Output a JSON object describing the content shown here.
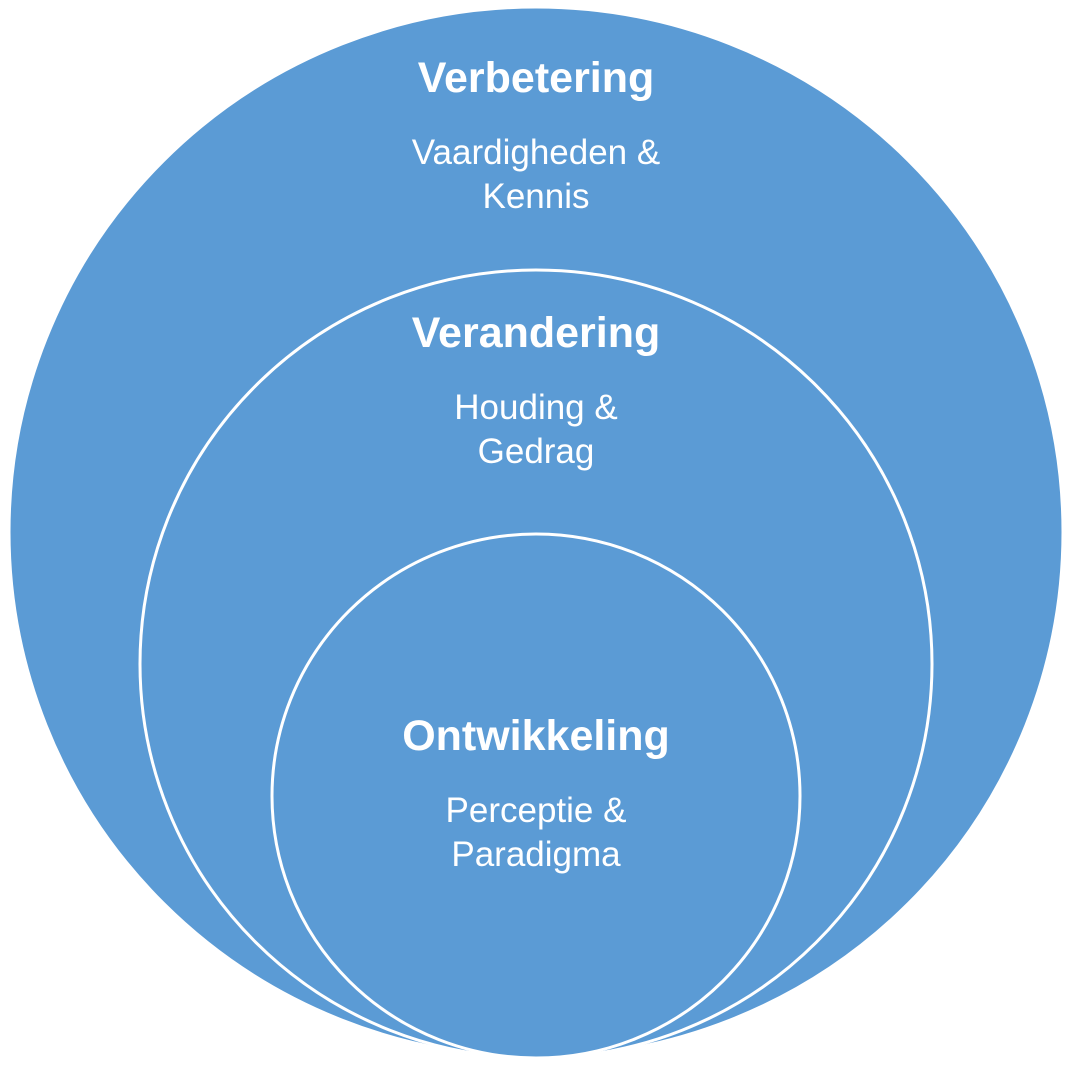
{
  "colors": {
    "circle_fill": "#5B9BD5",
    "circle_outline": "#FFFFFF",
    "text": "#FFFFFF"
  },
  "circles": [
    {
      "title": "Verbetering",
      "subtitle_lines": [
        "Vaardigheden &",
        "Kennis"
      ]
    },
    {
      "title": "Verandering",
      "subtitle_lines": [
        "Houding &",
        "Gedrag"
      ]
    },
    {
      "title": "Ontwikkeling",
      "subtitle_lines": [
        "Perceptie &",
        "Paradigma"
      ]
    }
  ]
}
